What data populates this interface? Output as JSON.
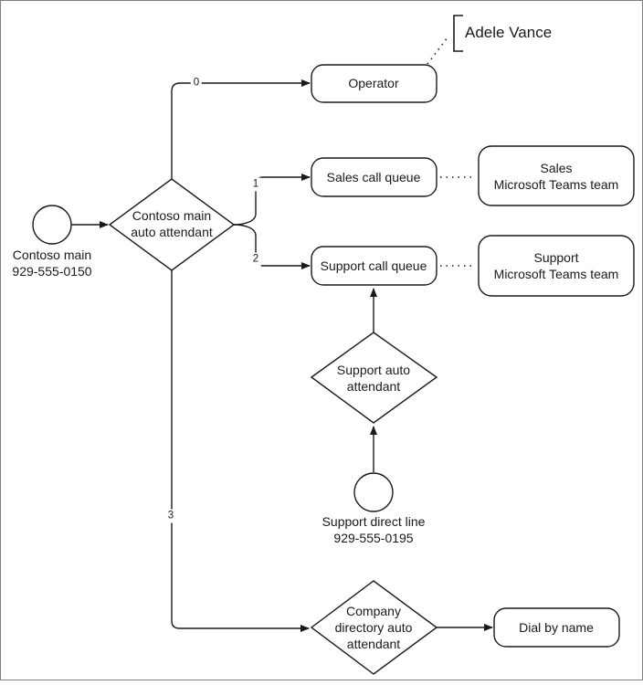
{
  "colors": {
    "background": "#ffffff",
    "canvas_border": "#7f7f7f",
    "line": "#1a1a1a",
    "text": "#1a1a1a"
  },
  "entry_points": {
    "contoso_main": {
      "line1": "Contoso main",
      "line2": "929-555-0150"
    },
    "support_direct": {
      "line1": "Support direct line",
      "line2": "929-555-0195"
    }
  },
  "attendants": {
    "contoso_main": {
      "line1": "Contoso main",
      "line2": "auto attendant"
    },
    "support": {
      "line1": "Support auto",
      "line2": "attendant"
    },
    "company_directory": {
      "line1": "Company",
      "line2": "directory auto",
      "line3": "attendant"
    }
  },
  "nodes": {
    "operator": "Operator",
    "adele_vance": "Adele Vance",
    "sales_call_queue": "Sales call queue",
    "support_call_queue": "Support call queue",
    "dial_by_name": "Dial by name"
  },
  "teams": {
    "sales": {
      "line1": "Sales",
      "line2": "Microsoft Teams team"
    },
    "support": {
      "line1": "Support",
      "line2": "Microsoft Teams team"
    }
  },
  "menu_options": {
    "operator": "0",
    "sales": "1",
    "support": "2",
    "directory": "3"
  }
}
